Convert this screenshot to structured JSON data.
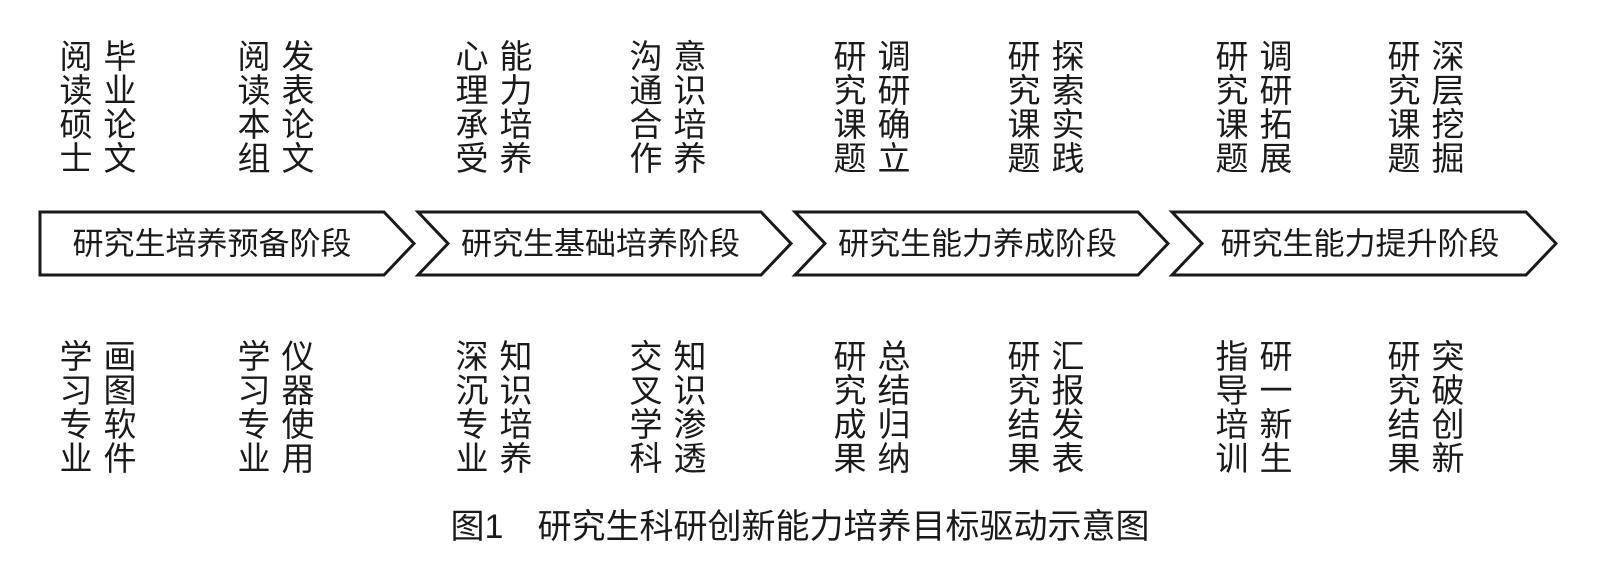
{
  "stages": [
    {
      "label": "研究生培养预备阶段",
      "top": [
        [
          "阅",
          "读",
          "硕",
          "士"
        ],
        [
          "毕",
          "业",
          "论",
          "文"
        ],
        [
          "阅",
          "读",
          "本",
          "组"
        ],
        [
          "发",
          "表",
          "论",
          "文"
        ]
      ],
      "bottom": [
        [
          "学",
          "习",
          "专",
          "业"
        ],
        [
          "画",
          "图",
          "软",
          "件"
        ],
        [
          "学",
          "习",
          "专",
          "业"
        ],
        [
          "仪",
          "器",
          "使",
          "用"
        ]
      ]
    },
    {
      "label": "研究生基础培养阶段",
      "top": [
        [
          "心",
          "理",
          "承",
          "受"
        ],
        [
          "能",
          "力",
          "培",
          "养"
        ],
        [
          "沟",
          "通",
          "合",
          "作"
        ],
        [
          "意",
          "识",
          "培",
          "养"
        ]
      ],
      "bottom": [
        [
          "深",
          "沉",
          "专",
          "业"
        ],
        [
          "知",
          "识",
          "培",
          "养"
        ],
        [
          "交",
          "叉",
          "学",
          "科"
        ],
        [
          "知",
          "识",
          "渗",
          "透"
        ]
      ]
    },
    {
      "label": "研究生能力养成阶段",
      "top": [
        [
          "研",
          "究",
          "课",
          "题"
        ],
        [
          "调",
          "研",
          "确",
          "立"
        ],
        [
          "研",
          "究",
          "课",
          "题"
        ],
        [
          "探",
          "索",
          "实",
          "践"
        ]
      ],
      "bottom": [
        [
          "研",
          "究",
          "成",
          "果"
        ],
        [
          "总",
          "结",
          "归",
          "纳"
        ],
        [
          "研",
          "究",
          "结",
          "果"
        ],
        [
          "汇",
          "报",
          "发",
          "表"
        ]
      ]
    },
    {
      "label": "研究生能力提升阶段",
      "top": [
        [
          "研",
          "究",
          "课",
          "题"
        ],
        [
          "调",
          "研",
          "拓",
          "展"
        ],
        [
          "研",
          "究",
          "课",
          "题"
        ],
        [
          "深",
          "层",
          "挖",
          "掘"
        ]
      ],
      "bottom": [
        [
          "指",
          "导",
          "培",
          "训"
        ],
        [
          "研",
          "一",
          "新",
          "生"
        ],
        [
          "研",
          "究",
          "结",
          "果"
        ],
        [
          "突",
          "破",
          "创",
          "新"
        ]
      ]
    }
  ],
  "caption": "图1　研究生科研创新能力培养目标驱动示意图"
}
